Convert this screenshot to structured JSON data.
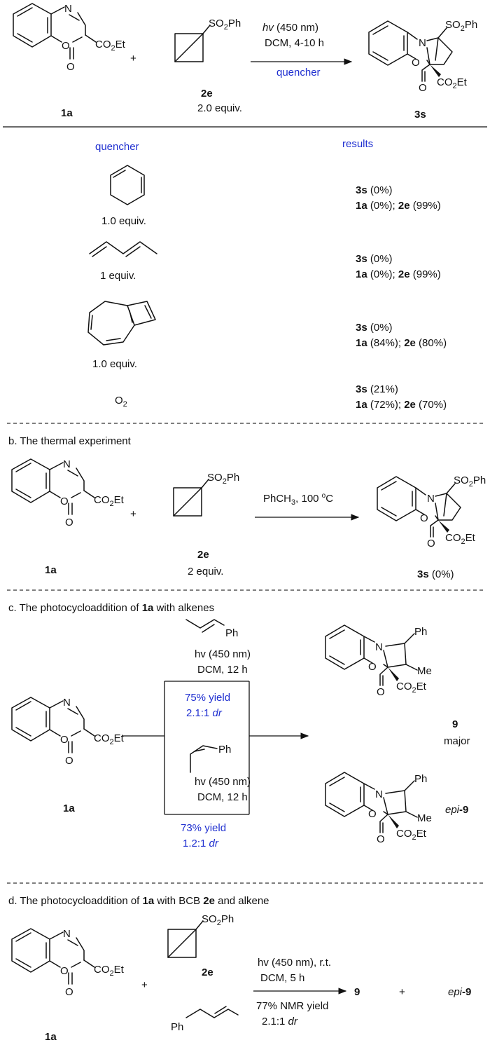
{
  "scheme_a": {
    "substrate": "1a",
    "reagent": "2e",
    "reagent_amount": "2.0 equiv.",
    "plus": "+",
    "conditions_light_hv": "hv",
    "conditions_light_rest": " (450 nm)",
    "conditions_solvent_time": "DCM, 4-10 h",
    "quencher_label": "quencher",
    "product": "3s",
    "header_quencher": "quencher",
    "header_results": "results",
    "rows": [
      {
        "amount": "1.0 equiv.",
        "r1_cmp": "3s",
        "r1_val": " (0%)",
        "r2_a": "1a",
        "r2_a_val": " (0%); ",
        "r2_b": "2e",
        "r2_b_val": " (99%)"
      },
      {
        "amount": "1 equiv.",
        "r1_cmp": "3s",
        "r1_val": " (0%)",
        "r2_a": "1a",
        "r2_a_val": " (0%); ",
        "r2_b": "2e",
        "r2_b_val": " (99%)"
      },
      {
        "amount": "1.0 equiv.",
        "r1_cmp": "3s",
        "r1_val": " (0%)",
        "r2_a": "1a",
        "r2_a_val": " (84%); ",
        "r2_b": "2e",
        "r2_b_val": " (80%)"
      },
      {
        "amount": "",
        "r1_cmp": "3s",
        "r1_val": " (21%)",
        "r2_a": "1a",
        "r2_a_val": " (72%); ",
        "r2_b": "2e",
        "r2_b_val": " (70%)"
      }
    ],
    "o2_label": "O",
    "o2_sub": "2"
  },
  "scheme_b": {
    "title": "b. The thermal experiment",
    "substrate": "1a",
    "reagent": "2e",
    "reagent_amount": "2 equiv.",
    "plus": "+",
    "conditions": "PhCH",
    "conditions_sub": "3",
    "conditions_temp": ", 100 ",
    "conditions_sup": "o",
    "conditions_unit": "C",
    "product": "3s",
    "product_yield": " (0%)"
  },
  "scheme_c": {
    "title_pre": "c. The photocycloaddition of ",
    "title_cmp": "1a",
    "title_post": " with alkenes",
    "substrate": "1a",
    "upper_conditions_light": "hv (450 nm)",
    "upper_conditions_solvent": "DCM, 12 h",
    "upper_yield": "75% yield",
    "upper_dr_value": "2.1:1 ",
    "upper_dr_unit": "dr",
    "lower_conditions_light": "hv (450 nm)",
    "lower_conditions_solvent": "DCM, 12 h",
    "lower_yield": "73% yield",
    "lower_dr_value": "1.2:1 ",
    "lower_dr_unit": "dr",
    "product_major": "9",
    "product_major_note": "major",
    "product_epi_prefix": "epi",
    "product_epi_suffix": "-9"
  },
  "scheme_d": {
    "title_pre": "d. The photocycloaddition of ",
    "title_cmp1": "1a",
    "title_mid": " with BCB ",
    "title_cmp2": "2e",
    "title_post": " and alkene",
    "substrate": "1a",
    "reagent": "2e",
    "plus1": "+",
    "plus2": "+",
    "conditions_light": "hv (450 nm), r.t.",
    "conditions_solvent": "DCM, 5 h",
    "yield": "77% NMR yield",
    "dr_value": "2.1:1 ",
    "dr_unit": "dr",
    "product1": "9",
    "product2_prefix": "epi",
    "product2_suffix": "-9"
  },
  "groups": {
    "so2ph_main": "SO",
    "so2ph_sub": "2",
    "so2ph_tail": "Ph",
    "co2et_main": "CO",
    "co2et_sub": "2",
    "co2et_tail": "Et",
    "atom_n": "N",
    "atom_o": "O",
    "ph": "Ph",
    "me": "Me"
  }
}
